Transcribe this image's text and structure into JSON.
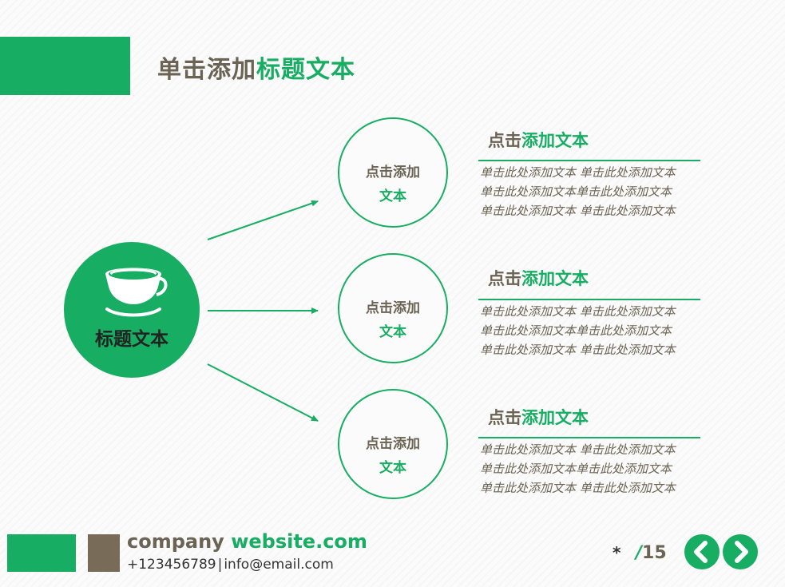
{
  "slide": {
    "title_part1": "单击添加",
    "title_part2": "标题文本"
  },
  "center": {
    "label": "标题文本",
    "icon": "teacup-icon"
  },
  "nodes": [
    {
      "line1": "点击添加",
      "line2": "文本"
    },
    {
      "line1": "点击添加",
      "line2": "文本"
    },
    {
      "line1": "点击添加",
      "line2": "文本"
    }
  ],
  "items": [
    {
      "heading_part1": "点击",
      "heading_part2": "添加文本",
      "lines": [
        "单击此处添加文本 单击此处添加文本",
        "单击此处添加文本单击此处添加文本",
        "单击此处添加文本 单击此处添加文本"
      ]
    },
    {
      "heading_part1": "点击",
      "heading_part2": "添加文本",
      "lines": [
        "单击此处添加文本 单击此处添加文本",
        "单击此处添加文本单击此处添加文本",
        "单击此处添加文本 单击此处添加文本"
      ]
    },
    {
      "heading_part1": "点击",
      "heading_part2": "添加文本",
      "lines": [
        "单击此处添加文本 单击此处添加文本",
        "单击此处添加文本单击此处添加文本",
        "单击此处添加文本 单击此处添加文本"
      ]
    }
  ],
  "footer": {
    "company_part1": "company ",
    "company_part2": "website.com",
    "phone": "+123456789",
    "separator": "|",
    "email": "info@email.com",
    "page_current": "*",
    "page_total": "15",
    "page_slash": "/"
  },
  "nav": {
    "prev_icon": "chevron-left-icon",
    "next_icon": "chevron-right-icon"
  },
  "colors": {
    "accent": "#17ad62",
    "brown": "#6b6353",
    "brown_block": "#786c59"
  }
}
